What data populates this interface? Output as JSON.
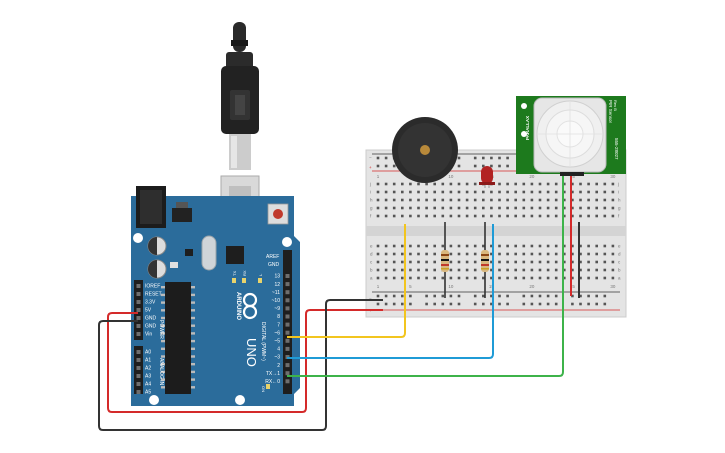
{
  "arduino": {
    "logo_text": "ARDUINO",
    "model": "UNO",
    "digital_label": "DIGITAL (PWM~)",
    "power_label": "POWER",
    "analog_label": "ANALOG IN",
    "tx_label": "TX",
    "rx_label": "RX",
    "l_label": "L",
    "on_label": "ON",
    "aref": "AREF",
    "gnd": "GND",
    "pins_digital": [
      "13",
      "12",
      "~11",
      "~10",
      "~9",
      "8",
      "7",
      "~6",
      "~5",
      "4",
      "~3",
      "2",
      "TX→1",
      "RX←0"
    ],
    "pins_power": [
      "IOREF",
      "RESET",
      "3.3V",
      "5V",
      "GND",
      "GND",
      "Vin"
    ],
    "pins_analog": [
      "A0",
      "A1",
      "A2",
      "A3",
      "A4",
      "A5"
    ]
  },
  "pir": {
    "title": "PIR Sensor",
    "rev": "Rev B",
    "part": "555-28027",
    "brand": "PARALLAX"
  },
  "breadboard": {
    "col_numbers": [
      "1",
      "5",
      "10",
      "15",
      "20",
      "25",
      "30"
    ],
    "row_letters_top": [
      "j",
      "i",
      "h",
      "g",
      "f"
    ],
    "row_letters_bottom": [
      "e",
      "d",
      "c",
      "b",
      "a"
    ],
    "plus": "+",
    "minus": "−"
  },
  "colors": {
    "board": "#2b6c9b",
    "wire_red": "#d42a2a",
    "wire_black": "#333333",
    "wire_yellow": "#f2c51f",
    "wire_blue": "#1f9bd6",
    "wire_green": "#3db34a",
    "pir_pcb": "#1d7a1d",
    "led": "#b22222",
    "buzzer": "#2b2b2b"
  },
  "icons": {
    "usb": "usb-cable-icon",
    "logo": "arduino-infinity-icon"
  }
}
